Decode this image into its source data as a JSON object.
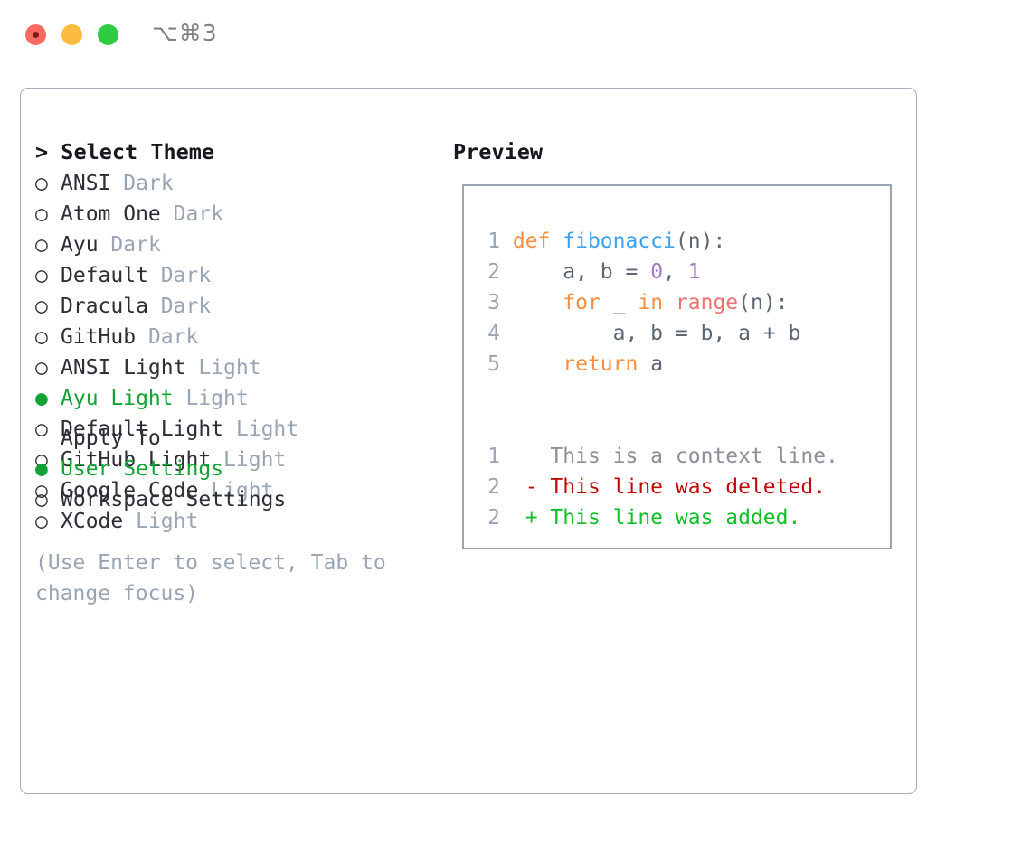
{
  "window": {
    "title": "⌥⌘3",
    "traffic_lights": [
      {
        "name": "close",
        "color": "#fb6a60"
      },
      {
        "name": "minimize",
        "color": "#fcbc40"
      },
      {
        "name": "maximize",
        "color": "#2ecc41"
      }
    ]
  },
  "theme_panel": {
    "header": "> Select Theme",
    "bullet_unselected": "○",
    "bullet_selected": "●",
    "selected_color": "#11a334",
    "items": [
      {
        "bullet": "○",
        "name": "ANSI",
        "kind": "Dark",
        "selected": false
      },
      {
        "bullet": "○",
        "name": "Atom One",
        "kind": "Dark",
        "selected": false
      },
      {
        "bullet": "○",
        "name": "Ayu",
        "kind": "Dark",
        "selected": false
      },
      {
        "bullet": "○",
        "name": "Default",
        "kind": "Dark",
        "selected": false
      },
      {
        "bullet": "○",
        "name": "Dracula",
        "kind": "Dark",
        "selected": false
      },
      {
        "bullet": "○",
        "name": "GitHub",
        "kind": "Dark",
        "selected": false
      },
      {
        "bullet": "○",
        "name": "ANSI Light",
        "kind": "Light",
        "selected": false
      },
      {
        "bullet": "●",
        "name": "Ayu Light",
        "kind": "Light",
        "selected": true
      },
      {
        "bullet": "○",
        "name": "Default Light",
        "kind": "Light",
        "selected": false
      },
      {
        "bullet": "○",
        "name": "GitHub Light",
        "kind": "Light",
        "selected": false
      },
      {
        "bullet": "○",
        "name": "Google Code",
        "kind": "Light",
        "selected": false
      },
      {
        "bullet": "○",
        "name": "XCode",
        "kind": "Light",
        "selected": false
      }
    ]
  },
  "apply_to": {
    "header": "Apply To",
    "options": [
      {
        "bullet": "●",
        "label": "User Settings",
        "selected": true
      },
      {
        "bullet": "○",
        "label": "Workspace Settings",
        "selected": false
      }
    ]
  },
  "hint": "(Use Enter to select, Tab to change focus)",
  "preview": {
    "header": "Preview",
    "code_lines": [
      {
        "number": "1",
        "tokens": [
          {
            "text": "def ",
            "style": "kw"
          },
          {
            "text": "fibonacci",
            "style": "fn"
          },
          {
            "text": "(n):",
            "style": "txt"
          }
        ]
      },
      {
        "number": "2",
        "tokens": [
          {
            "text": "    a, b = ",
            "style": "txt"
          },
          {
            "text": "0",
            "style": "num"
          },
          {
            "text": ", ",
            "style": "txt"
          },
          {
            "text": "1",
            "style": "num"
          }
        ]
      },
      {
        "number": "3",
        "tokens": [
          {
            "text": "    ",
            "style": "txt"
          },
          {
            "text": "for",
            "style": "kw"
          },
          {
            "text": " _ ",
            "style": "txt"
          },
          {
            "text": "in",
            "style": "kw"
          },
          {
            "text": " ",
            "style": "txt"
          },
          {
            "text": "range",
            "style": "call"
          },
          {
            "text": "(n):",
            "style": "txt"
          }
        ]
      },
      {
        "number": "4",
        "tokens": [
          {
            "text": "        a, b = b, a + b",
            "style": "txt"
          }
        ]
      },
      {
        "number": "5",
        "tokens": [
          {
            "text": "    ",
            "style": "txt"
          },
          {
            "text": "return",
            "style": "kw"
          },
          {
            "text": " a",
            "style": "txt"
          }
        ]
      }
    ],
    "diff_lines": [
      {
        "number": "1",
        "marker": "  ",
        "text": "This is a context line.",
        "style": "ctx"
      },
      {
        "number": "2",
        "marker": "- ",
        "text": "This line was deleted.",
        "style": "del"
      },
      {
        "number": "2",
        "marker": "+ ",
        "text": "This line was added.",
        "style": "add"
      }
    ]
  },
  "colors": {
    "keyword": "#fa8d3e",
    "function": "#3aa2f0",
    "number": "#a37acc",
    "call": "#f07171",
    "text": "#5c6773",
    "line_number": "#9aa5b4",
    "diff_context": "#8a8f98",
    "diff_deleted": "#c00a0a",
    "diff_added": "#10c028",
    "border": "#9aa5b4",
    "muted": "#9aa5b4"
  }
}
